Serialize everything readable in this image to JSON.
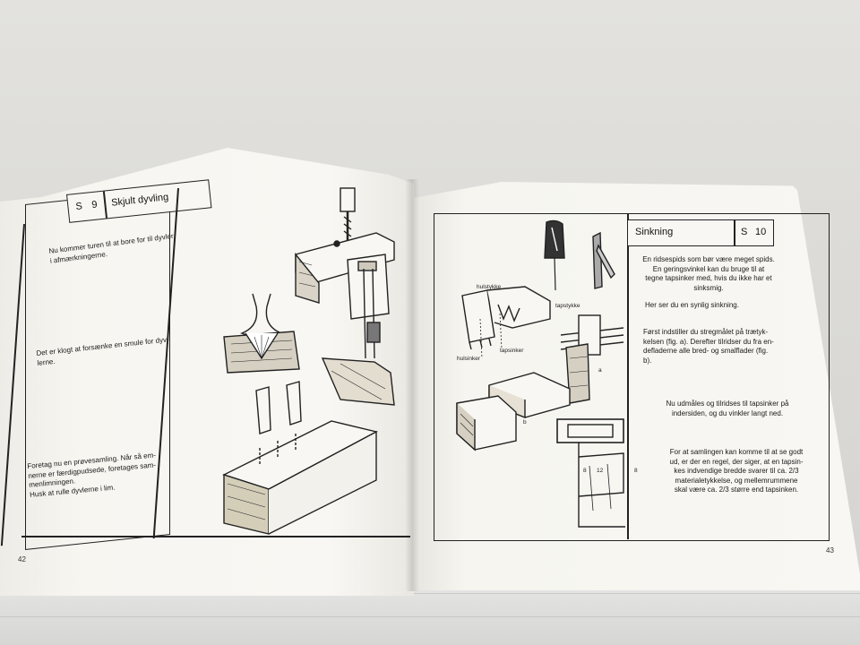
{
  "left_page": {
    "section": "S",
    "number": "9",
    "title": "Skjult dyvling",
    "paragraphs": [
      [
        "Nu kommer turen til at bore for til dyvler",
        "i afmærkningerne."
      ],
      [
        "Det er klogt at forsænke en smule for dyv-",
        "lerne."
      ],
      [
        "Foretag nu en prøvesamling. Når så em-",
        "nerne er færdigpudsede, foretages sam-",
        "menlimningen.",
        "Husk at rulle dyvlerne i lim."
      ]
    ],
    "page_number": "42"
  },
  "right_page": {
    "section": "S",
    "number": "10",
    "title": "Sinkning",
    "paragraphs": [
      [
        "En ridsespids som bør være meget spids.",
        "En geringsvinkel kan du bruge til at",
        "tegne tapsinker med, hvis du ikke har et",
        "sinksmig."
      ],
      [
        "Her ser du en synlig sinkning."
      ],
      [
        "Først indstiller du stregmålet på trætyk-",
        "kelsen (fig. a). Derefter tilridser du fra en-",
        "defladerne alle bred- og smalflader (fig.",
        "b)."
      ],
      [
        "Nu udmåles og tilridses til tapsinker på",
        "indersiden, og du vinkler langt ned."
      ],
      [
        "For at samlingen kan komme til at se godt",
        "ud, er der en regel, der siger, at en tapsin-",
        "kes indvendige bredde svarer til ca. 2/3",
        "materialetykkelse, og mellemrummene",
        "skal være ca. 2/3 større end tapsinken."
      ]
    ],
    "labels": {
      "hulstykke": "hulstykke",
      "tapstykke": "tapstykke",
      "hulsinker": "hulsinker",
      "tapsinker": "tapsinker",
      "fig_a": "a",
      "fig_b": "b",
      "dim1": "8",
      "dim2": "12",
      "dim3": "8"
    },
    "page_number": "43"
  },
  "colors": {
    "paper": "#f8f7f3",
    "ink": "#222222",
    "background": "#dcdbd7"
  }
}
